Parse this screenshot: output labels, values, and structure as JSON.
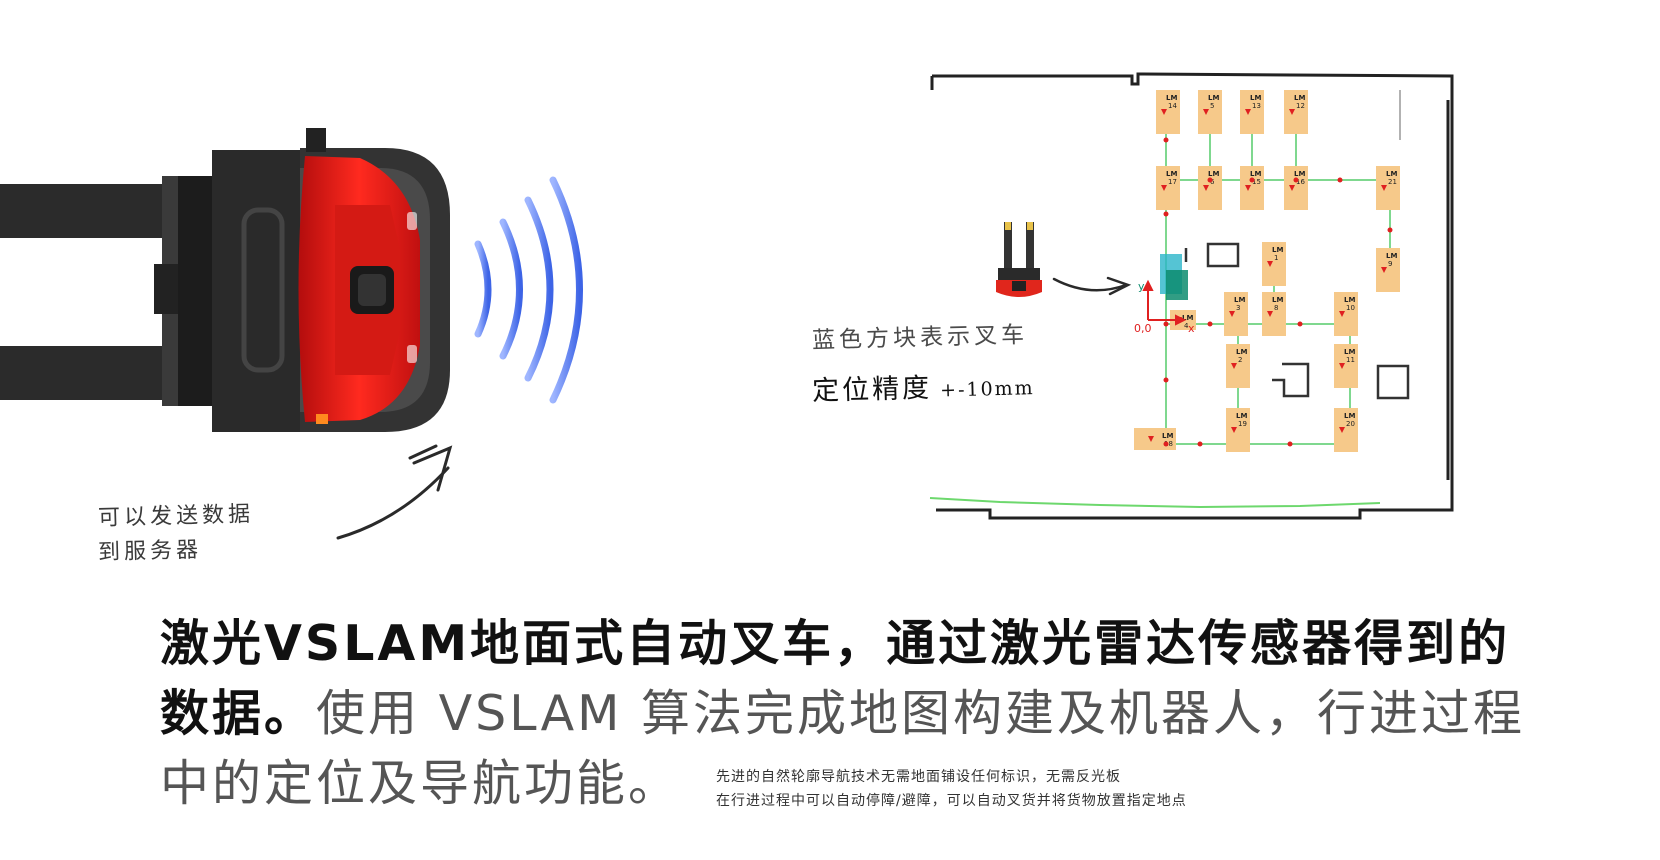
{
  "notes": {
    "send_line1": "可以发送数据",
    "send_line2": "到服务器",
    "blue_block": "蓝色方块表示叉车",
    "accuracy_label": "定位精度",
    "accuracy_value": "+-10mm"
  },
  "map": {
    "origin": "0,0",
    "axis_x": "x",
    "axis_y": "y",
    "landmark_prefix": "LM",
    "landmarks": [
      "14",
      "5",
      "13",
      "12",
      "17",
      "6",
      "15",
      "16",
      "21",
      "1",
      "9",
      "3",
      "8",
      "10",
      "4",
      "2",
      "11",
      "18",
      "19",
      "20"
    ],
    "colors": {
      "landmark": "#f6c98a",
      "path": "#7fd88f",
      "marker": "#e02020",
      "forklift_block": "#2bb5c9",
      "wall": "#222222"
    }
  },
  "headline": {
    "line1": "激光VSLAM地面式自动叉车，通过激光雷达传感器得到的",
    "line2_dark": "数据。",
    "line2_gray": "使用 VSLAM 算法完成地图构建及机器人，行进过程",
    "line3": "中的定位及导航功能。"
  },
  "subtext": {
    "line1": "先进的自然轮廓导航技术无需地面铺设任何标识，无需反光板",
    "line2": "在行进过程中可以自动停障/避障，可以自动叉货并将货物放置指定地点"
  },
  "icons": [
    "forklift-topview-icon",
    "signal-wave-icon",
    "forklift-mini-icon"
  ]
}
